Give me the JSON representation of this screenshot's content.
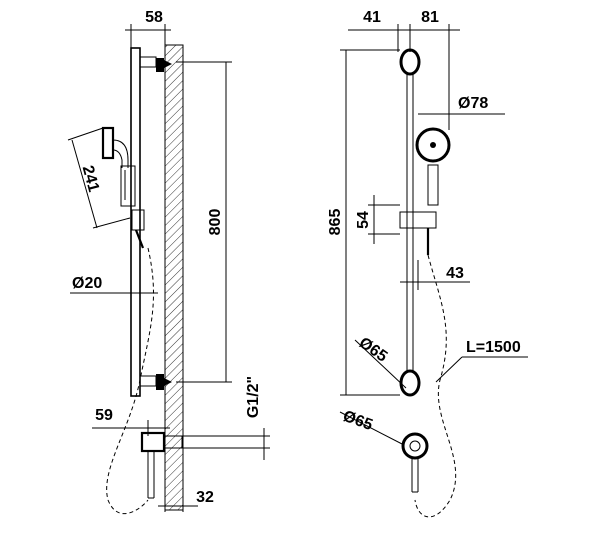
{
  "dimensions": {
    "side": {
      "width_top": "58",
      "handshower_length": "241",
      "bar_height": "800",
      "bar_diameter": "Ø20",
      "inlet_offset": "59",
      "thread": "G1/2\"",
      "wall_depth": "32"
    },
    "front": {
      "offset_left": "41",
      "offset_right": "81",
      "head_diameter": "Ø78",
      "total_height": "865",
      "slider_height": "54",
      "slider_width": "43",
      "bracket_diameter": "Ø65",
      "hose_length": "L=1500",
      "outlet_diameter": "Ø65"
    }
  }
}
